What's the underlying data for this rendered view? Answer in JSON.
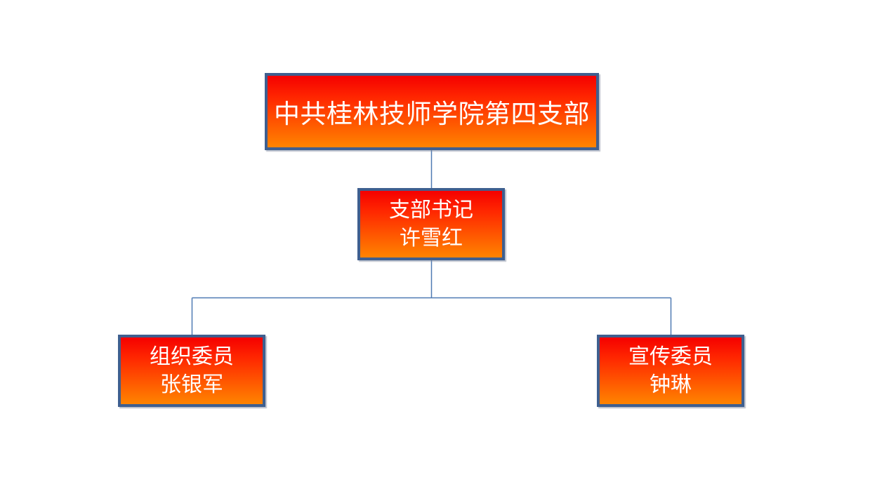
{
  "page": {
    "background_color": "#ffffff"
  },
  "colors": {
    "node_gradient_top": "#f50000",
    "node_gradient_bottom": "#ff8400",
    "node_border": "#3f5f8f",
    "node_text": "#ffffff",
    "connector": "#4f7ab3"
  },
  "org_chart": {
    "type": "org-chart",
    "root": {
      "label": "中共桂林技师学院第四支部"
    },
    "level2": {
      "title": "支部书记",
      "name": "许雪红"
    },
    "level3": [
      {
        "title": "组织委员",
        "name": "张银军"
      },
      {
        "title": "宣传委员",
        "name": "钟琳"
      }
    ]
  }
}
